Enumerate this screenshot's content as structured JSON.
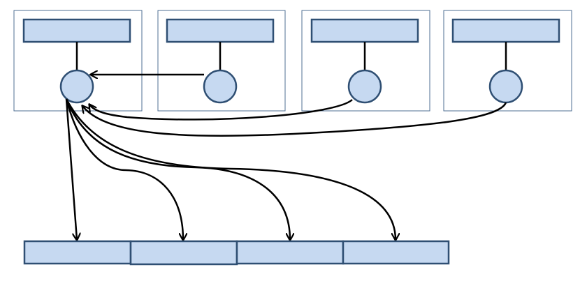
{
  "diagram": {
    "panel_count": 4,
    "segment_count": 4,
    "colors": {
      "fill": "#c6d9f1",
      "outline": "#2f4f73",
      "panel_border": "#4f6f93",
      "arrow": "#000000"
    },
    "shapes": {
      "panel_header": "rectangle",
      "panel_node": "circle",
      "bottom_segment": "rectangle"
    },
    "edges": [
      {
        "from": "node-2",
        "to": "node-1",
        "style": "straight-arrow"
      },
      {
        "from": "node-3",
        "to": "node-1",
        "style": "curved-arrow"
      },
      {
        "from": "node-4",
        "to": "node-1",
        "style": "curved-arrow"
      },
      {
        "from": "node-1",
        "to": "segment-1",
        "style": "straight-arrow"
      },
      {
        "from": "node-1",
        "to": "segment-2",
        "style": "curved-arrow"
      },
      {
        "from": "node-1",
        "to": "segment-3",
        "style": "curved-arrow"
      },
      {
        "from": "node-1",
        "to": "segment-4",
        "style": "curved-arrow"
      }
    ]
  }
}
